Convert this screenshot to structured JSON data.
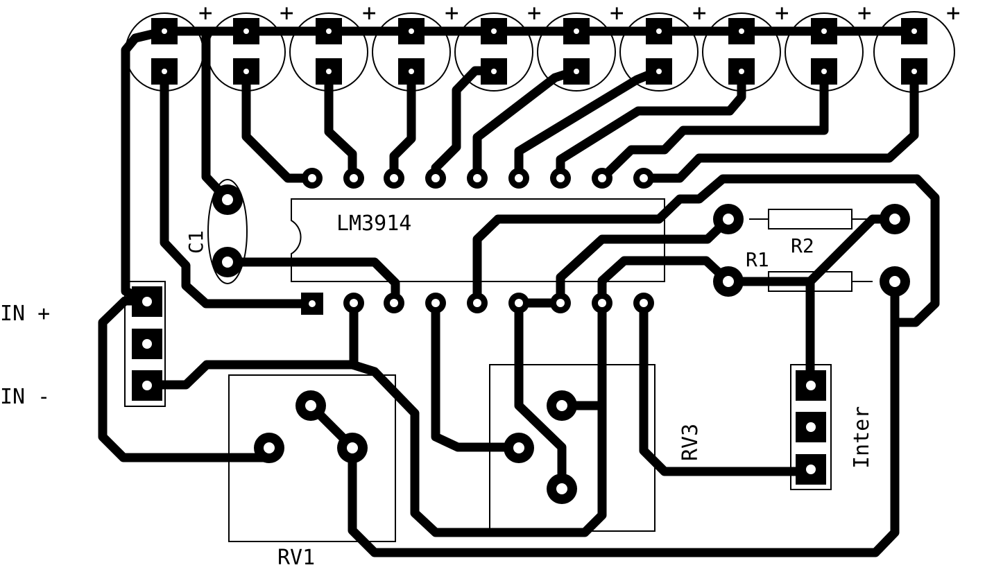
{
  "colors": {
    "copper": "#000000",
    "background": "#ffffff"
  },
  "labels": {
    "ic": "LM3914",
    "c1": "C1",
    "r1": "R1",
    "r2": "R2",
    "rv1": "RV1",
    "rv3": "RV3",
    "inter": "Inter",
    "in_plus": "IN +",
    "in_minus": "IN -",
    "led_plus": "+"
  }
}
